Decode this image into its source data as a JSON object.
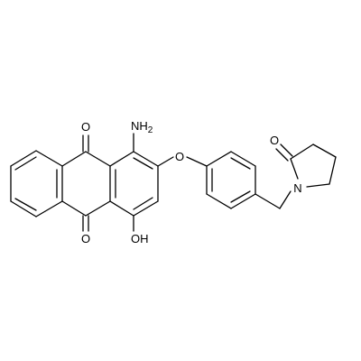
{
  "molecule": {
    "atoms": {
      "quinone_o_top": "O",
      "quinone_o_bottom": "O",
      "amine": "NH",
      "amine_subscript": "2",
      "ether_o": "O",
      "hydroxyl": "OH",
      "lactam_o": "O",
      "lactam_n": "N"
    }
  }
}
